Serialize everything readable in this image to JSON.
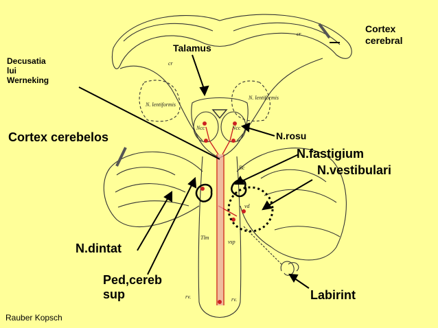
{
  "labels": {
    "cortex_cerebral": "Cortex\ncerebral",
    "talamus": "Talamus",
    "decusatia": "Decusatia\nlui\nWerneking",
    "cortex_cerebelos": "Cortex cerebelos",
    "n_rosu": "N.rosu",
    "n_fastigium": "N.fastigium",
    "n_vestibulari": "N.vestibulari",
    "n_dintat": "N.dintat",
    "ped_cereb": "Ped,cereb\nsup",
    "labirint": "Labirint",
    "credit": "Rauber  Kopsch"
  },
  "figure_labels": {
    "cr_left": "cr",
    "cr_right": "cr",
    "n_lentiformis_left": "N. lentiformis",
    "n_lentiformis_right": "N. lentiformis",
    "ncc_left": "Ncc",
    "ncc_right": "Ncc",
    "bc": "Bc",
    "vd": "vd",
    "tlm": "Tlm",
    "vsp": "vsp",
    "rv_left": "rv.",
    "rv_right": "rv."
  },
  "colors": {
    "background": "#ffff99",
    "ink": "#222222",
    "pathway_red": "#cc2222",
    "midline_pink": "#e8a0a0"
  }
}
